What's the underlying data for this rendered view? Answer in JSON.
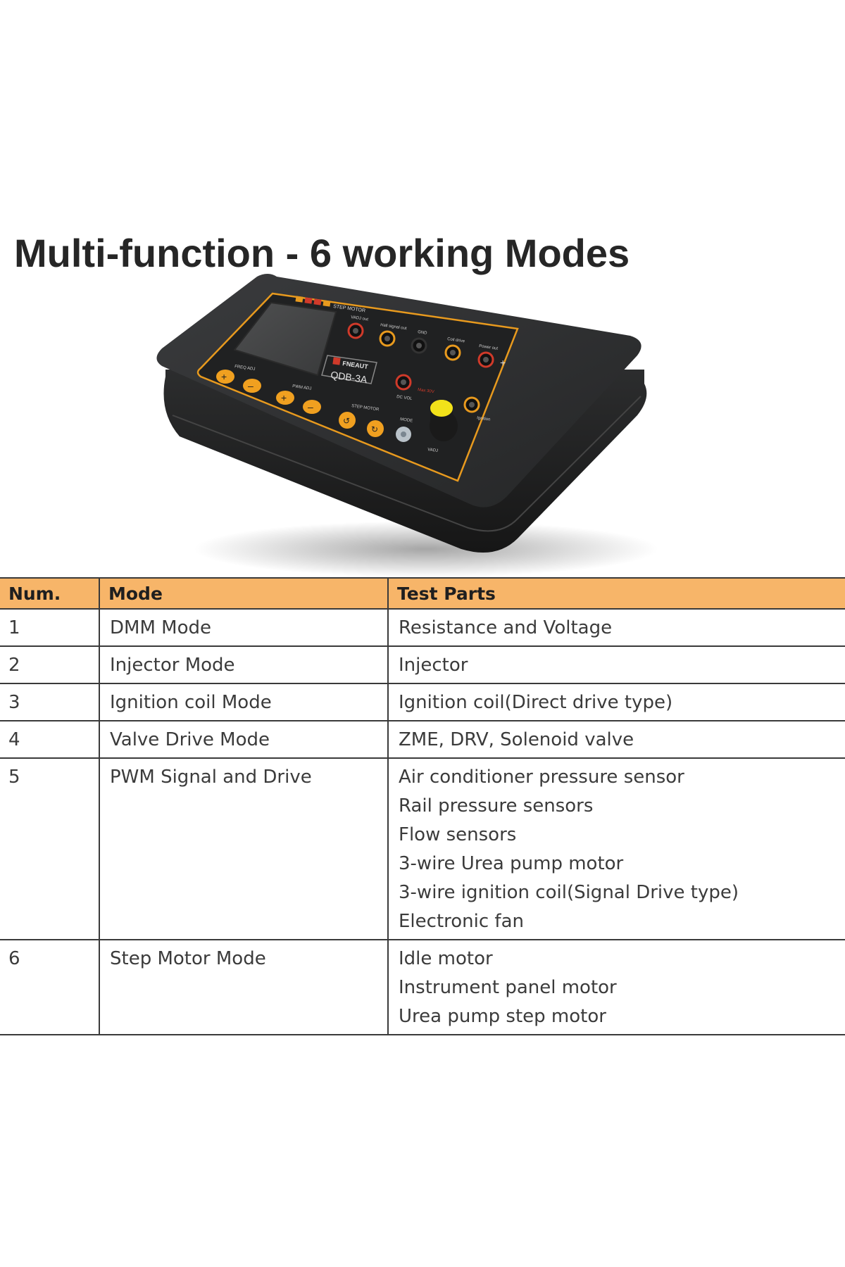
{
  "title": "Multi-function - 6 working Modes",
  "device": {
    "brand": "FNEAUT",
    "model": "QDB-3A",
    "panel_labels": {
      "step_motor_top": "STEP MOTOR",
      "vadj_out": "VADJ out",
      "hall_signal_out": "Hall signal out",
      "gnd": "GND",
      "coil_drive": "Coil drive",
      "power_out": "Power out",
      "max_30v": "Max 30V",
      "dc_vol": "DC VOL",
      "ignition": "Ignition",
      "freq_adj": "FREQ ADJ",
      "pwm_adj": "PWM ADJ",
      "step_motor": "STEP MOTOR",
      "mode": "MODE",
      "vadj": "VADJ"
    }
  },
  "table": {
    "headers": [
      "Num.",
      "Mode",
      "Test Parts"
    ],
    "rows": [
      {
        "num": "1",
        "mode": "DMM Mode",
        "parts": [
          "Resistance and Voltage"
        ]
      },
      {
        "num": "2",
        "mode": "Injector Mode",
        "parts": [
          "Injector"
        ]
      },
      {
        "num": "3",
        "mode": "Ignition coil Mode",
        "parts": [
          "Ignition coil(Direct drive type)"
        ]
      },
      {
        "num": "4",
        "mode": "Valve Drive Mode",
        "parts": [
          "ZME, DRV, Solenoid valve"
        ]
      },
      {
        "num": "5",
        "mode": "PWM Signal and Drive",
        "parts": [
          "Air conditioner pressure sensor",
          "Rail pressure sensors",
          "Flow sensors",
          "3-wire Urea pump motor",
          "3-wire ignition coil(Signal Drive type)",
          "Electronic fan"
        ]
      },
      {
        "num": "6",
        "mode": "Step Motor Mode",
        "parts": [
          "Idle motor",
          "Instrument panel motor",
          "Urea pump step motor"
        ]
      }
    ]
  },
  "colors": {
    "header_bg": "#f7b569",
    "accent_orange": "#f0a020",
    "device_body": "#2a2b2c",
    "knob_yellow": "#f2e21a"
  }
}
